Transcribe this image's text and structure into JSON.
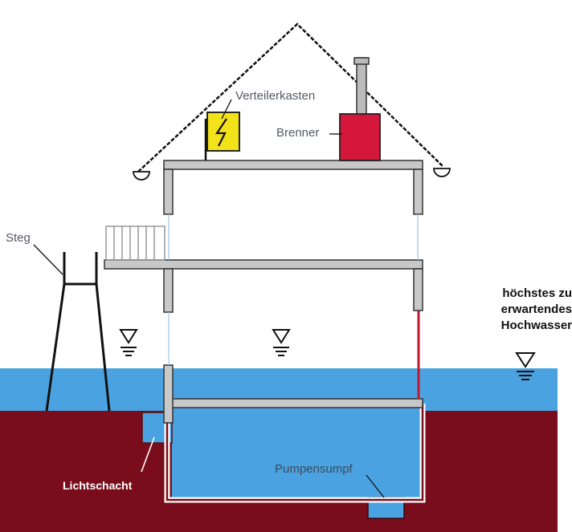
{
  "labels": {
    "distribution_box": "Verteilerkasten",
    "burner": "Brenner",
    "jetty": "Steg",
    "flood_line1": "höchstes zu",
    "flood_line2": "erwartendes",
    "flood_line3": "Hochwasser",
    "light_well": "Lichtschacht",
    "sump": "Pumpensumpf"
  },
  "colors": {
    "water": "#4aa3e0",
    "ground": "#7a0d1c",
    "wall": "#c8c8c8",
    "burner": "#d4173a",
    "warning_box": "#f2e21a",
    "roof": "#111111",
    "seep_line": "#c0182e"
  },
  "icons": [
    "water-level-marker-icon",
    "lightning-warning-icon"
  ]
}
